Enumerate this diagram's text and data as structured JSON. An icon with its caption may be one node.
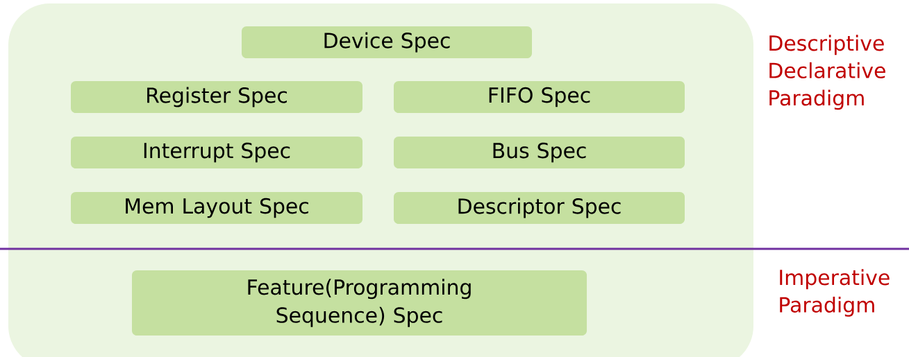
{
  "diagram": {
    "nodes": [
      {
        "text": [],
        "shape": "box"
      },
      {
        "text": [
          "Device Spec"
        ],
        "in": 0
      },
      {
        "text": [
          "Register Spec"
        ],
        "in": 0
      },
      {
        "text": [
          "FIFO Spec"
        ],
        "in": 0
      },
      {
        "text": [
          "Interrupt Spec"
        ],
        "in": 0
      },
      {
        "text": [
          "Bus Spec"
        ],
        "in": 0
      },
      {
        "text": [
          "Mem Layout Spec"
        ],
        "in": 0
      },
      {
        "text": [
          "Descriptor Spec"
        ],
        "in": 0
      },
      {
        "text": [
          "Feature(Programming Sequence) Spec"
        ],
        "in": 0
      }
    ],
    "labels": [
      "Descriptive Declarative Paradigm",
      "Imperative Paradigm"
    ]
  }
}
